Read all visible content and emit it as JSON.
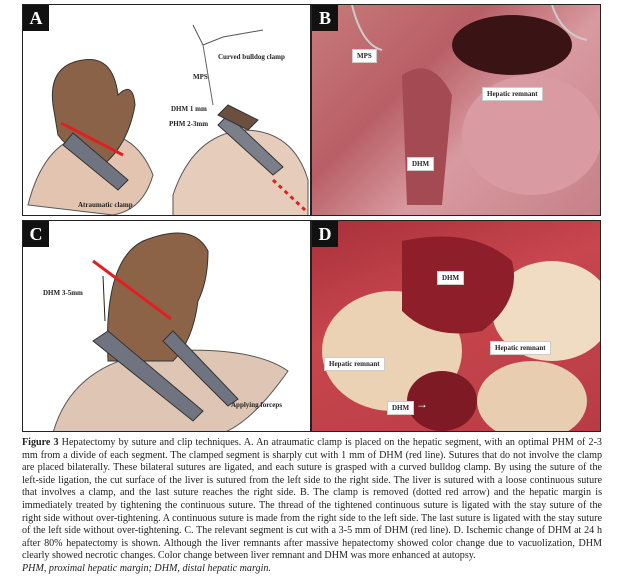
{
  "panels": {
    "a": {
      "label": "A",
      "curved_clamp": "Curved bulldog clamp",
      "mps": "MPS",
      "dhm": "DHM 1 mm",
      "phm": "PHM 2-3mm",
      "atraumatic": "Atraumatic clamp"
    },
    "b": {
      "label": "B",
      "mps": "MPS",
      "hepatic": "Hepatic remnant",
      "dhm": "DHM"
    },
    "c": {
      "label": "C",
      "dhm": "DHM 3-5mm",
      "forceps": "Applying forceps"
    },
    "d": {
      "label": "D",
      "dhm_top": "DHM",
      "hepatic_right": "Hepatic remnant",
      "hepatic_left": "Hepatic remnant",
      "dhm_bottom": "DHM",
      "arrow": "→"
    }
  },
  "caption": {
    "title": "Figure 3",
    "text": " Hepatectomy by suture and clip techniques. A. An atraumatic clamp is placed on the hepatic segment, with an optimal PHM of 2-3 mm from a divide of each segment. The clamped segment is sharply cut with 1 mm of DHM (red line). Sutures that do not involve the clamp are placed bilaterally. These bilateral sutures are ligated, and each suture is grasped with a curved bulldog clamp. By using the suture of the left-side ligation, the cut surface of the liver is sutured from the left side to the right side. The liver is sutured with a loose continuous suture that involves a clamp, and the last suture reaches the right side. B. The clamp is removed (dotted red arrow) and the hepatic margin is immediately treated by tightening the continuous suture. The thread of the tightened continuous suture is ligated with the stay suture of the right side without over-tightening. A continuous suture is made from the right side to the left side. The last suture is ligated with the stay suture of the left side without over-tightening. C. The relevant segment is cut with a 3-5 mm of DHM (red line). D. Ischemic change of DHM at 24 h after 80% hepatectomy is shown. Although the liver remnants after massive hepatectomy showed color change due to vacuolization, DHM clearly showed necrotic changes. Color change between liver remnant and DHM was more enhanced at autopsy.",
    "abbreviations": "PHM, proximal hepatic margin; DHM, distal hepatic margin."
  }
}
